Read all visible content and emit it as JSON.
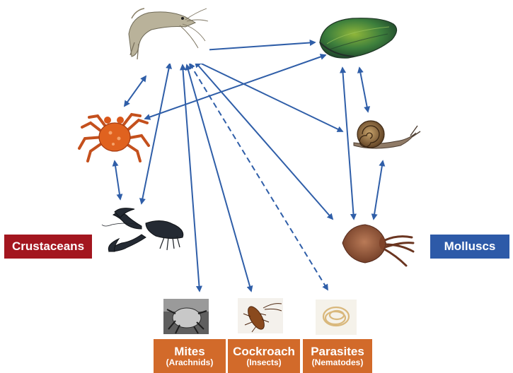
{
  "groups": {
    "crustaceans": "Crustaceans",
    "molluscs": "Molluscs"
  },
  "others": [
    {
      "name": "Mites",
      "class": "(Arachnids)"
    },
    {
      "name": "Cockroach",
      "class": "(Insects)"
    },
    {
      "name": "Parasites",
      "class": "(Nematodes)"
    }
  ],
  "colors": {
    "arrow": "#2f5ea8",
    "crustaceans_bg": "#a3161f",
    "molluscs_bg": "#2d5aa8",
    "others_bg": "#d26a2a"
  },
  "icons": [
    "shrimp-icon",
    "mussel-icon",
    "crab-icon",
    "snail-icon",
    "lobster-icon",
    "squid-icon",
    "mite-icon",
    "cockroach-icon",
    "nematode-icon"
  ]
}
